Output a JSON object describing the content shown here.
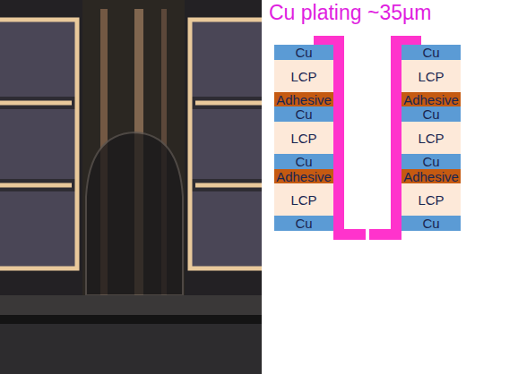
{
  "diagram": {
    "title": "Cu plating ~35µm",
    "nodes": [
      {
        "text": [
          "Cu"
        ]
      },
      {
        "text": [
          "LCP"
        ]
      },
      {
        "text": [
          "Adhesive"
        ]
      },
      {
        "text": [
          "Cu"
        ]
      },
      {
        "text": [
          "LCP"
        ]
      },
      {
        "text": [
          "Cu"
        ]
      },
      {
        "text": [
          "Adhesive"
        ]
      },
      {
        "text": [
          "LCP"
        ]
      },
      {
        "text": [
          "Cu"
        ]
      },
      {
        "text": [
          "Cu"
        ]
      },
      {
        "text": [
          "LCP"
        ]
      },
      {
        "text": [
          "Adhesive"
        ]
      },
      {
        "text": [
          "Cu"
        ]
      },
      {
        "text": [
          "LCP"
        ]
      },
      {
        "text": [
          "Cu"
        ]
      },
      {
        "text": [
          "Adhesive"
        ]
      },
      {
        "text": [
          "LCP"
        ]
      },
      {
        "text": [
          "Cu"
        ]
      }
    ]
  }
}
